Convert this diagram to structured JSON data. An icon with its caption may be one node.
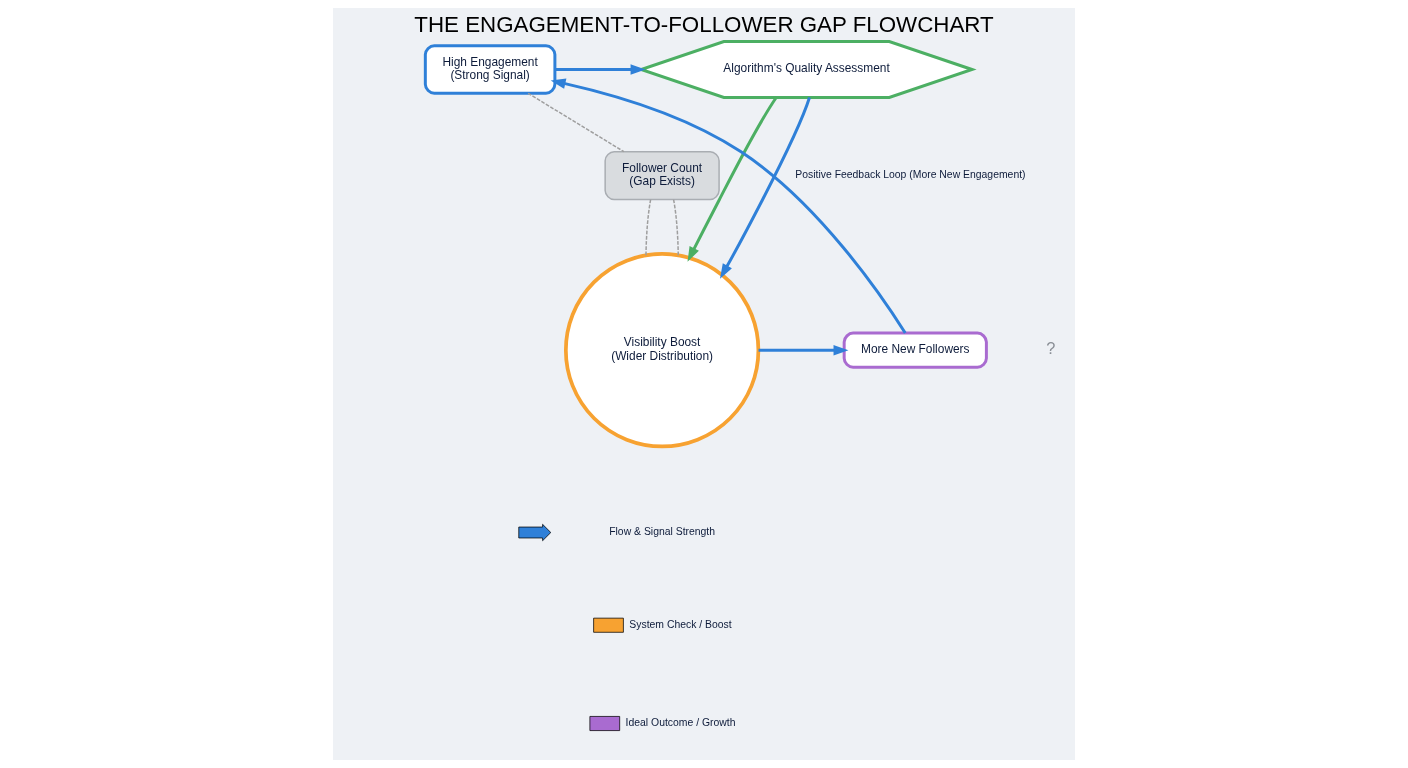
{
  "diagram": {
    "title": "THE ENGAGEMENT-TO-FOLLOWER GAP FLOWCHART",
    "nodes": [
      {
        "text": [
          "High Engagement",
          "(Strong Signal)"
        ]
      },
      {
        "text": [
          "Algorithm's Quality Assessment"
        ]
      },
      {
        "text": [
          "Follower Count",
          "(Gap Exists)"
        ]
      },
      {
        "text": [
          "Visibility Boost",
          "(Wider Distribution)"
        ]
      },
      {
        "text": [
          "More New Followers"
        ]
      }
    ],
    "edges": [
      {
        "from": 0,
        "to": 1,
        "arrow": "to"
      },
      {
        "from": 1,
        "to": 3,
        "arrow": "to",
        "color": "#4caf63"
      },
      {
        "from": 1,
        "to": 3,
        "arrow": "to"
      },
      {
        "from": 3,
        "to": 4,
        "arrow": "to"
      },
      {
        "from": 4,
        "to": 0,
        "arrow": "to",
        "label": "Positive Feedback Loop (More New Engagement)"
      },
      {
        "from": 0,
        "to": 2,
        "arrow": "none",
        "style": "dashed",
        "color": "#9e9e9e"
      },
      {
        "from": 2,
        "to": 3,
        "arrow": "none",
        "style": "dashed",
        "color": "#9e9e9e"
      },
      {
        "from": 2,
        "to": 3,
        "arrow": "none",
        "style": "dashed",
        "color": "#9e9e9e"
      }
    ],
    "labels": [
      "?"
    ],
    "legend": [
      {
        "text": "Flow & Signal Strength"
      },
      {
        "text": "System Check / Boost",
        "color": "#f7a231"
      },
      {
        "text": "Ideal Outcome / Growth",
        "color": "#a96bd0"
      }
    ]
  }
}
